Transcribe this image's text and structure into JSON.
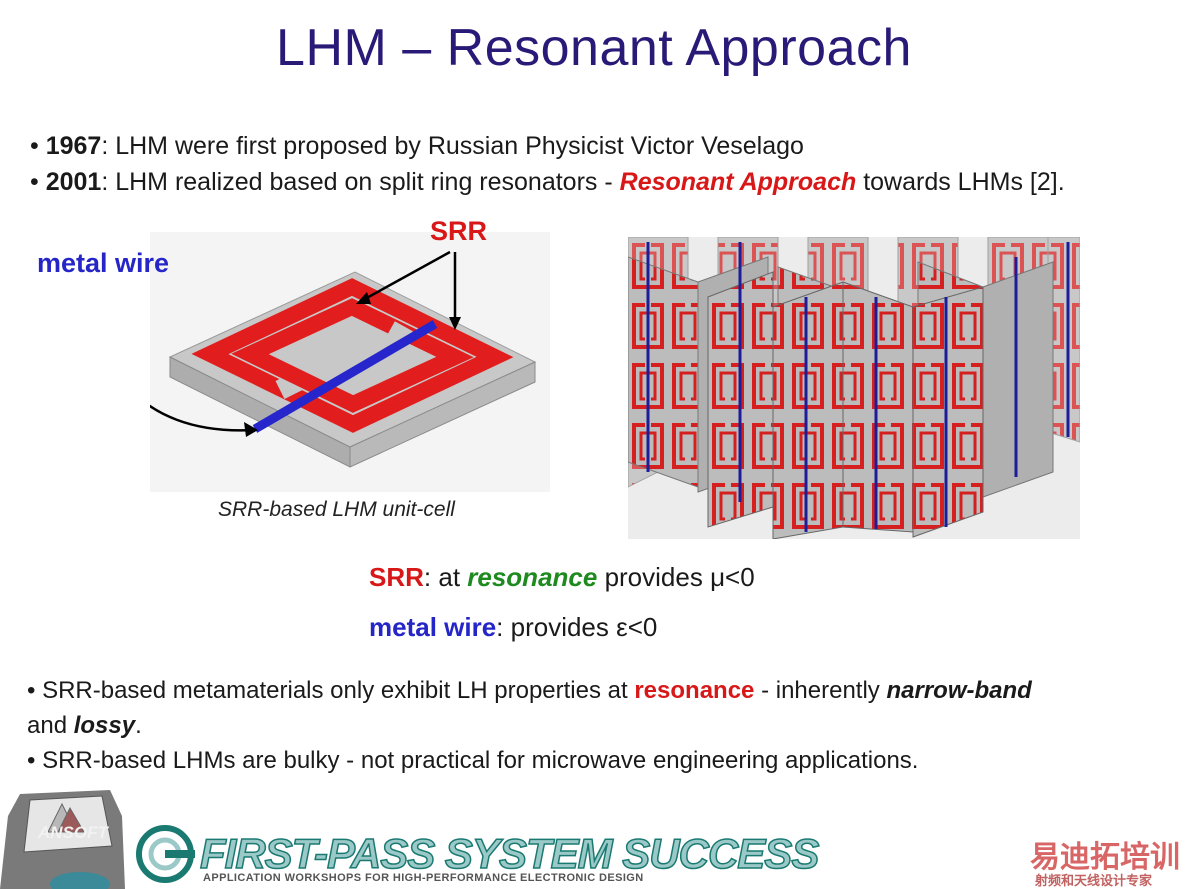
{
  "title": "LHM – Resonant Approach",
  "bullets_top": [
    {
      "year": "1967",
      "text": ": LHM were first proposed by Russian Physicist Victor Veselago"
    },
    {
      "year": "2001",
      "text": ": LHM realized based on split ring resonators - ",
      "highlight": "Resonant Approach",
      "tail": " towards LHMs [2]."
    }
  ],
  "figure": {
    "label_metal_wire": "metal wire",
    "label_srr": "SRR",
    "caption": "SRR-based LHM unit-cell"
  },
  "middle": {
    "line1": {
      "term": "SRR",
      "pre": ": at ",
      "key": "resonance",
      "post": " provides μ<0"
    },
    "line2": {
      "term": "metal wire",
      "post": ": provides ε<0"
    }
  },
  "bullets_bottom": {
    "line1_pre": "• SRR-based metamaterials only exhibit LH properties at ",
    "line1_key": "resonance",
    "line1_mid": " - inherently ",
    "line1_em": "narrow-band",
    "line2_pre": "and ",
    "line2_em": "lossy",
    "line2_post": ".",
    "line3": "• SRR-based LHMs are bulky - not practical for microwave engineering applications."
  },
  "footer": {
    "logo_text": "ANSOFT",
    "tagline": "FIRST-PASS SYSTEM SUCCESS",
    "subtitle": "APPLICATION WORKSHOPS FOR HIGH-PERFORMANCE ELECTRONIC DESIGN",
    "watermark_main": "易迪拓培训",
    "watermark_sub": "射频和天线设计专家"
  },
  "colors": {
    "title": "#2a1a78",
    "srr_red": "#d81818",
    "wire_blue": "#2525c8",
    "resonance_green": "#1f8a1f"
  }
}
